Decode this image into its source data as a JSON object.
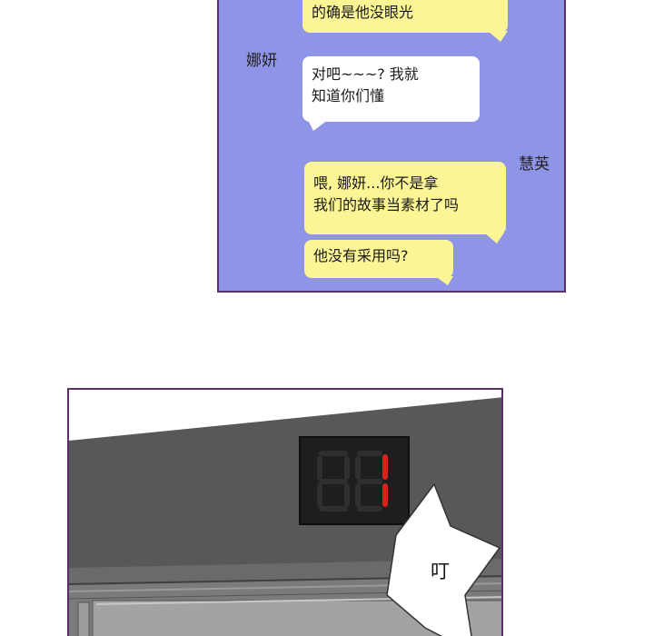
{
  "chat": {
    "messages": [
      {
        "speaker": "",
        "lines": [
          "的确是他没眼光"
        ]
      },
      {
        "speaker": "娜妍",
        "lines": [
          "对吧~~~? 我就",
          "知道你们懂"
        ]
      },
      {
        "speaker": "慧英",
        "lines": [
          "喂, 娜妍...你不是拿",
          "我们的故事当素材了吗"
        ]
      },
      {
        "speaker": "",
        "lines": [
          "他没有采用吗?"
        ]
      }
    ]
  },
  "elevator": {
    "sound_effect": "叮"
  },
  "colors": {
    "chat_background": "#8f95e6",
    "panel_border": "#5b2f6e",
    "bubble_yellow": "#fbf595",
    "bubble_white": "#ffffff",
    "display_red": "#d8231b"
  }
}
